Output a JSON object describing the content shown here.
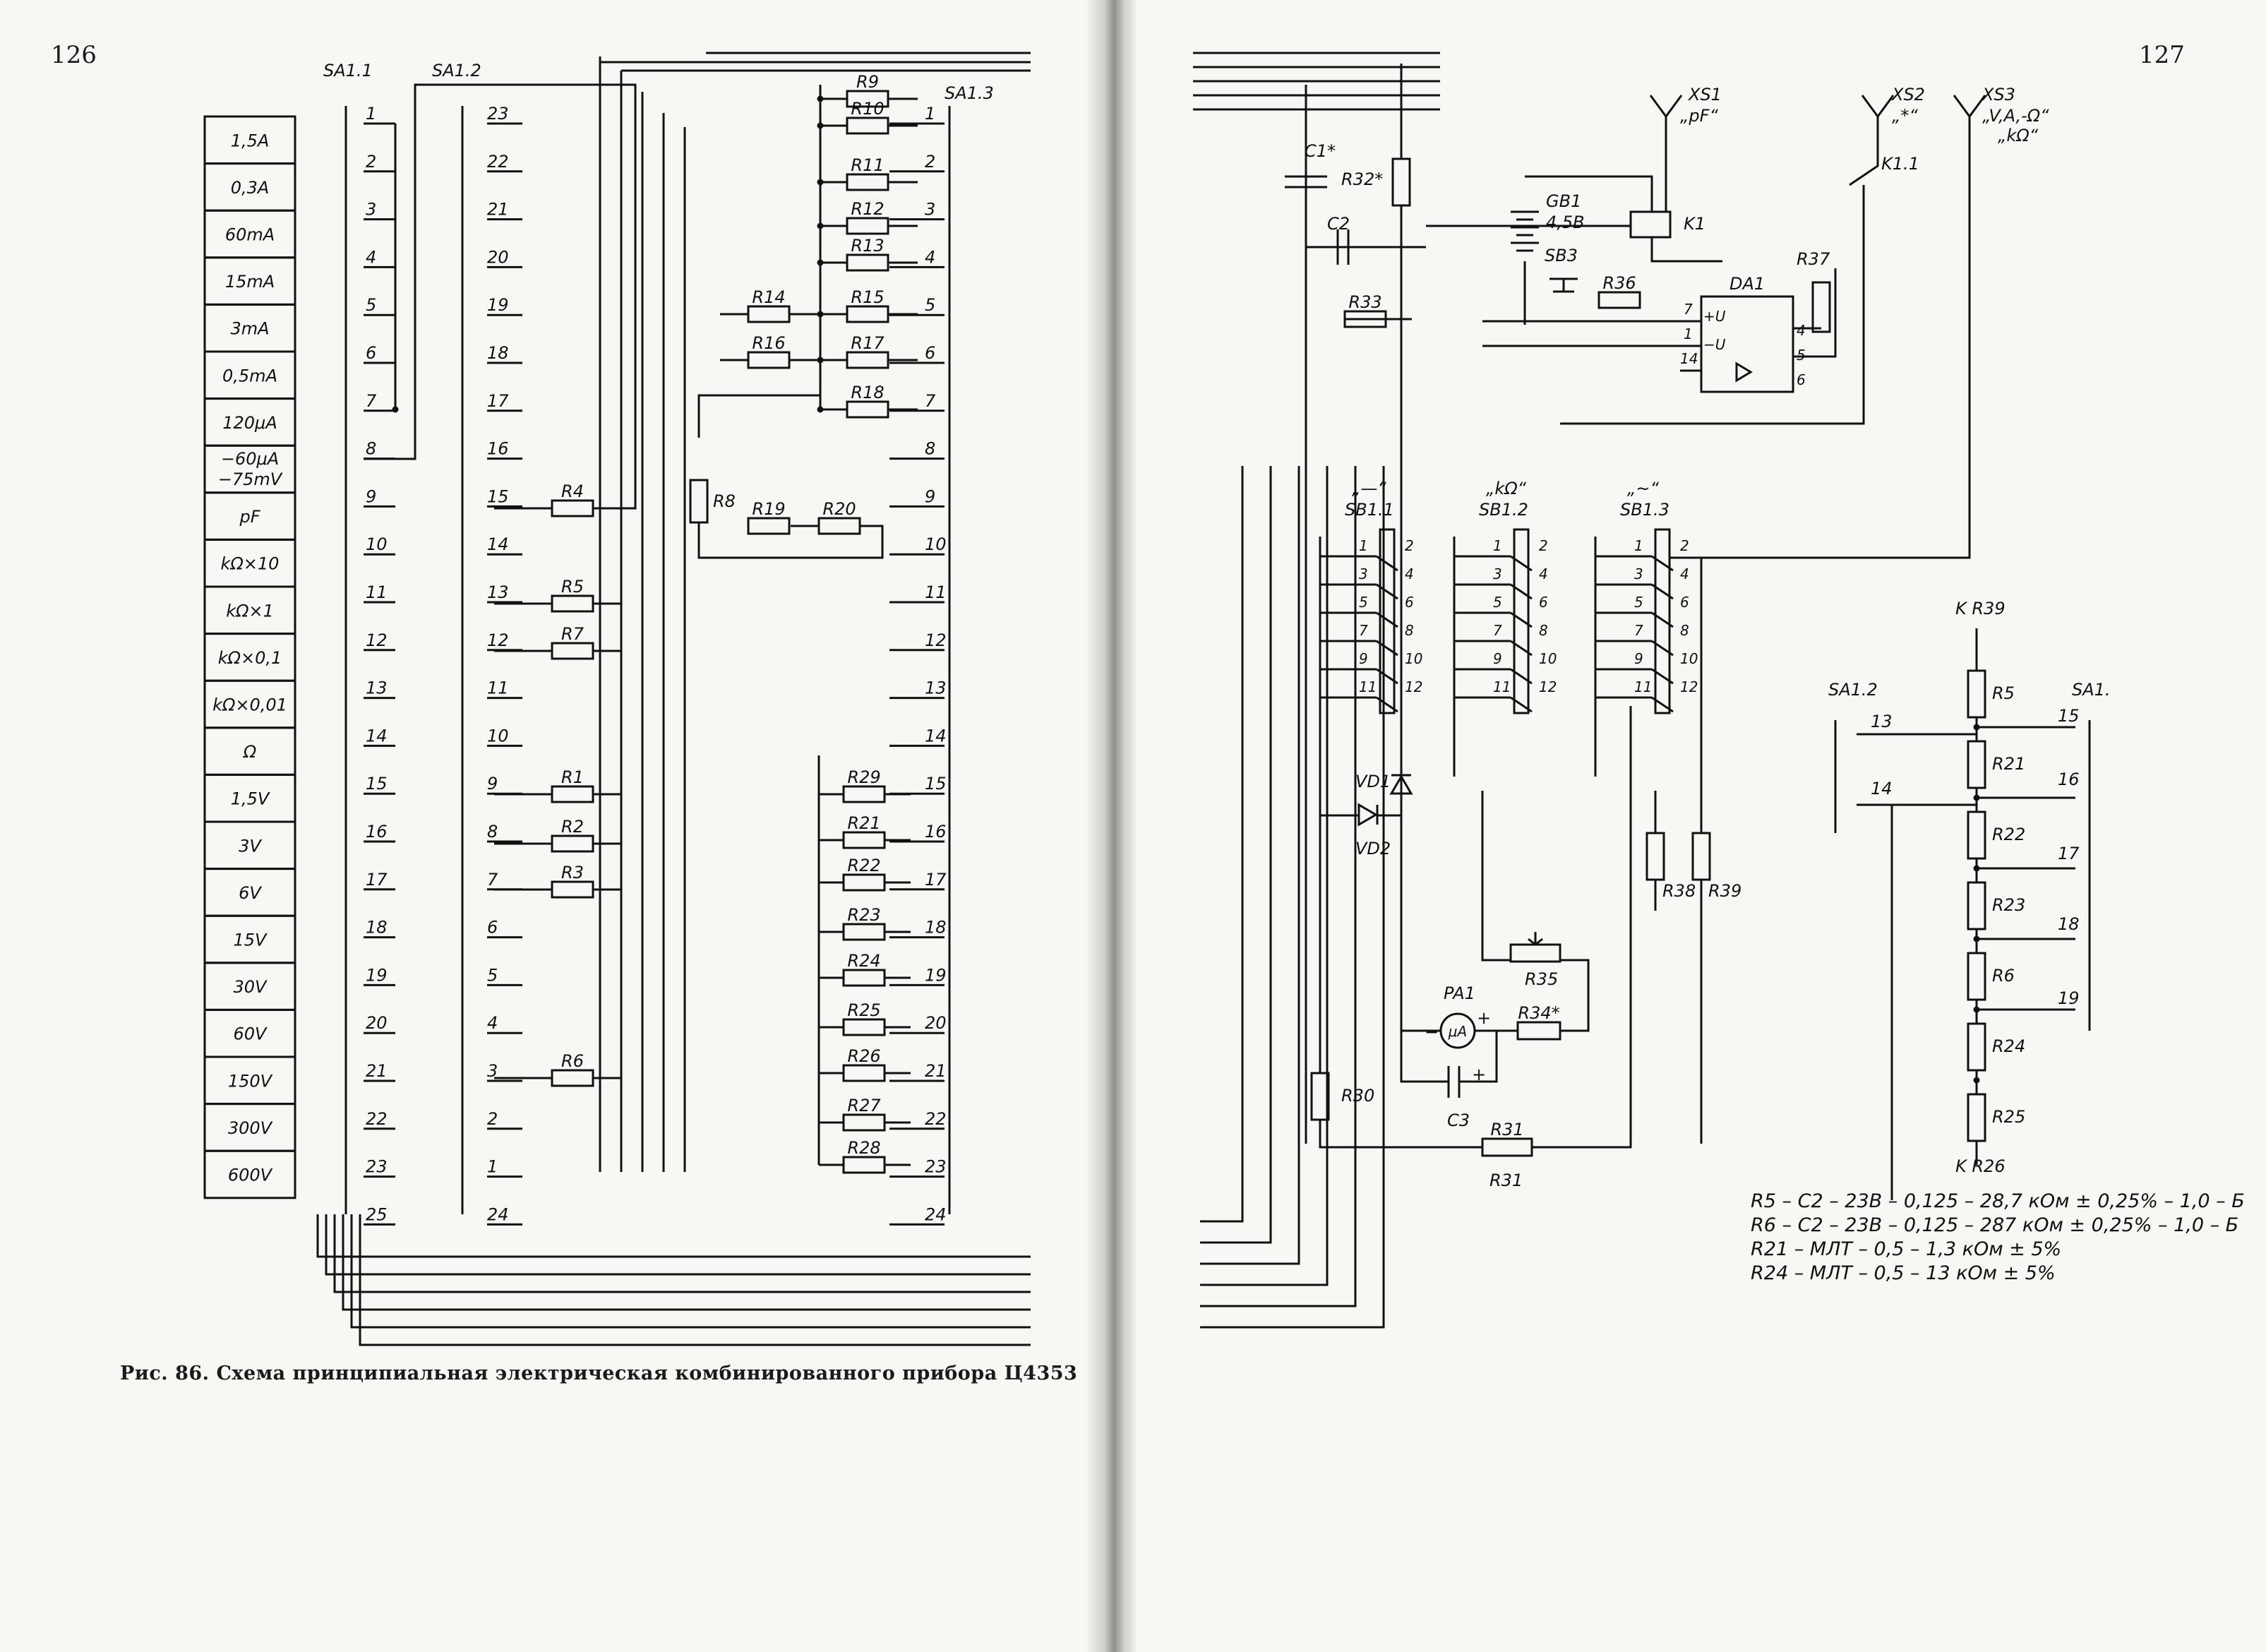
{
  "page_numbers": {
    "left": "126",
    "right": "127"
  },
  "caption": "Рис. 86. Схема принципиальная электрическая комбинированного прибора Ц4353",
  "switch_labels": {
    "sa1_1": "SA1.1",
    "sa1_2": "SA1.2",
    "sa1_3": "SA1.3",
    "sa1_2_detail": "SA1.2",
    "sa1_detail": "SA1."
  },
  "range_table": [
    "1,5A",
    "0,3A",
    "60mA",
    "15mA",
    "3mA",
    "0,5mA",
    "120μA",
    "−60μA −75mV",
    "pF",
    "kΩ×10",
    "kΩ×1",
    "kΩ×0,1",
    "kΩ×0,01",
    "Ω",
    "1,5V",
    "3V",
    "6V",
    "15V",
    "30V",
    "60V",
    "150V",
    "300V",
    "600V"
  ],
  "sa1_1_contacts": [
    "1",
    "2",
    "3",
    "4",
    "5",
    "6",
    "7",
    "8",
    "9",
    "10",
    "11",
    "12",
    "13",
    "14",
    "15",
    "16",
    "17",
    "18",
    "19",
    "20",
    "21",
    "22",
    "23",
    "25"
  ],
  "sa1_2_contacts": [
    "23",
    "22",
    "21",
    "20",
    "19",
    "18",
    "17",
    "16",
    "15",
    "14",
    "13",
    "12",
    "11",
    "10",
    "9",
    "8",
    "7",
    "6",
    "5",
    "4",
    "3",
    "2",
    "1",
    "24"
  ],
  "sa1_3_contacts": [
    "1",
    "2",
    "3",
    "4",
    "5",
    "6",
    "7",
    "8",
    "9",
    "10",
    "11",
    "12",
    "13",
    "14",
    "15",
    "16",
    "17",
    "18",
    "19",
    "20",
    "21",
    "22",
    "23",
    "24"
  ],
  "left_resistors_sa12": [
    "R4",
    "R5",
    "R7",
    "R1",
    "R2",
    "R3",
    "R6"
  ],
  "shunt_resistors_top": [
    "R9",
    "R10",
    "R11",
    "R12",
    "R13",
    "R14",
    "R15",
    "R16",
    "R17",
    "R18",
    "R8",
    "R19",
    "R20"
  ],
  "divider_resistors_bottom": [
    "R29",
    "R21",
    "R22",
    "R23",
    "R24",
    "R25",
    "R26",
    "R27",
    "R28"
  ],
  "connectors": [
    {
      "id": "XS1",
      "label": "XS1",
      "mark": "„pF“"
    },
    {
      "id": "XS2",
      "label": "XS2",
      "mark": "„*“"
    },
    {
      "id": "XS3",
      "label": "XS3",
      "mark": "„V,A,-Ω“ „kΩ“"
    }
  ],
  "right_components": {
    "c1": "C1*",
    "c2": "C2",
    "r32": "R32*",
    "r33": "R33",
    "gb1": "GB1",
    "gb1_value": "4,5B",
    "sb3": "SB3",
    "r36": "R36",
    "k1": "K1",
    "k1_1": "K1.1",
    "da1": "DA1",
    "r37": "R37",
    "da1_pins": [
      "7",
      "1",
      "14",
      "4",
      "5",
      "6"
    ],
    "da1_inputs": [
      "+U",
      "−U"
    ],
    "sb1_1": "SB1.1",
    "sb1_1_mark": "„—“",
    "sb1_2": "SB1.2",
    "sb1_2_mark": "„kΩ“",
    "sb1_3": "SB1.3",
    "sb1_3_mark": "„~“",
    "sb_pins": [
      "1",
      "2",
      "3",
      "4",
      "5",
      "6",
      "7",
      "8",
      "9",
      "10",
      "11",
      "12"
    ],
    "vd1": "VD1",
    "vd2": "VD2",
    "r38": "R38",
    "r39": "R39",
    "r35": "R35",
    "r34": "R34*",
    "pa1": "PA1",
    "pa1_unit": "μA",
    "c3": "C3",
    "r30": "R30",
    "r31": "R31"
  },
  "detail_diagram": {
    "top": "K R39",
    "bottom": "K R26",
    "resistors": [
      "R5",
      "R21",
      "R22",
      "R23",
      "R6",
      "R24",
      "R25"
    ],
    "left_contacts": [
      "13",
      "14"
    ],
    "right_contacts": [
      "15",
      "16",
      "17",
      "18",
      "19"
    ]
  },
  "notes": [
    "R5 – C2 – 23B – 0,125 – 28,7 кОм ± 0,25% – 1,0 – Б",
    "R6 – C2 – 23B – 0,125 – 287 кОм ± 0,25% – 1,0 – Б",
    "R21 – МЛТ – 0,5 – 1,3 кОм ± 5%",
    "R24 – МЛТ – 0,5 – 13 кОм ± 5%"
  ]
}
